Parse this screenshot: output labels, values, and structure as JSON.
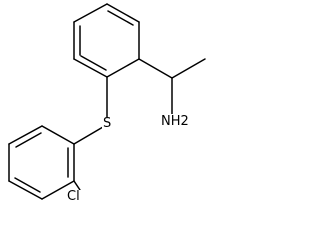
{
  "molecule": {
    "atoms": {
      "sulfur": "S",
      "amine": "NH2",
      "chlorine": "Cl"
    }
  }
}
